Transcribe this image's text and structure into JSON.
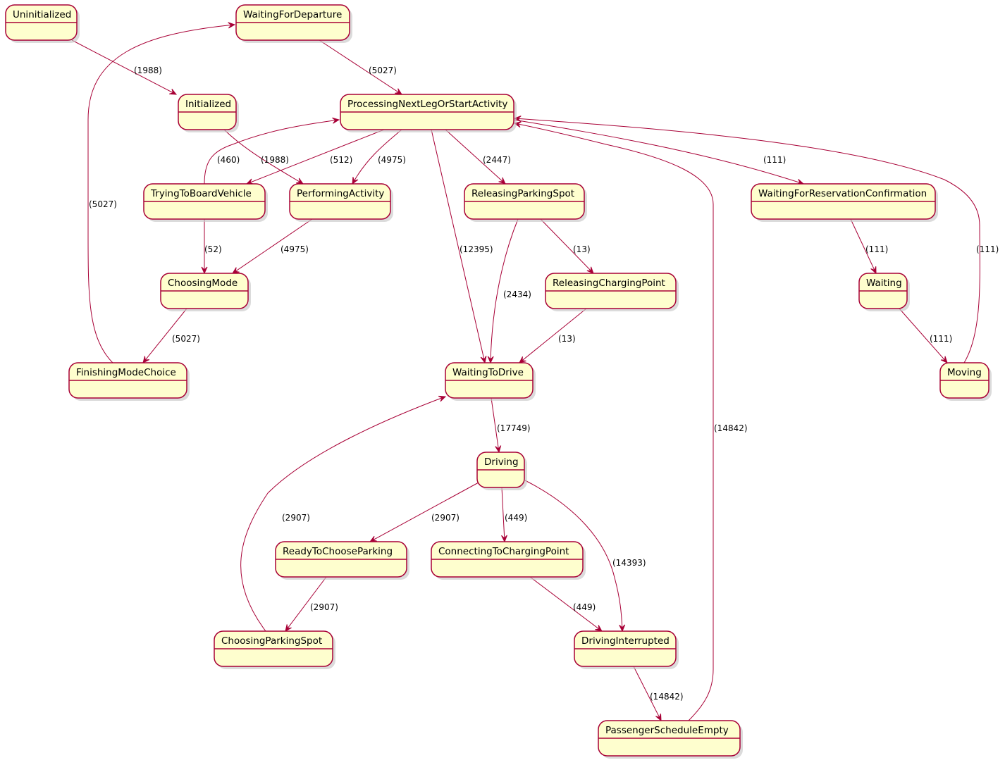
{
  "diagram": {
    "type": "state-diagram",
    "colors": {
      "state_fill": "#fefece",
      "state_border": "#a80036",
      "edge": "#a80036",
      "text": "#000000"
    },
    "states": [
      {
        "id": "uninitialized",
        "label": "Uninitialized"
      },
      {
        "id": "waiting_for_departure",
        "label": "WaitingForDeparture"
      },
      {
        "id": "initialized",
        "label": "Initialized"
      },
      {
        "id": "processing_next_leg",
        "label": "ProcessingNextLegOrStartActivity"
      },
      {
        "id": "trying_to_board",
        "label": "TryingToBoardVehicle"
      },
      {
        "id": "performing_activity",
        "label": "PerformingActivity"
      },
      {
        "id": "releasing_parking_spot",
        "label": "ReleasingParkingSpot"
      },
      {
        "id": "waiting_for_reservation",
        "label": "WaitingForReservationConfirmation"
      },
      {
        "id": "choosing_mode",
        "label": "ChoosingMode"
      },
      {
        "id": "releasing_charging_point",
        "label": "ReleasingChargingPoint"
      },
      {
        "id": "waiting",
        "label": "Waiting"
      },
      {
        "id": "finishing_mode_choice",
        "label": "FinishingModeChoice"
      },
      {
        "id": "waiting_to_drive",
        "label": "WaitingToDrive"
      },
      {
        "id": "moving",
        "label": "Moving"
      },
      {
        "id": "driving",
        "label": "Driving"
      },
      {
        "id": "ready_to_choose_parking",
        "label": "ReadyToChooseParking"
      },
      {
        "id": "connecting_to_charging_point",
        "label": "ConnectingToChargingPoint"
      },
      {
        "id": "choosing_parking_spot",
        "label": "ChoosingParkingSpot"
      },
      {
        "id": "driving_interrupted",
        "label": "DrivingInterrupted"
      },
      {
        "id": "passenger_schedule_empty",
        "label": "PassengerScheduleEmpty"
      }
    ],
    "transitions": [
      {
        "from": "uninitialized",
        "to": "initialized",
        "label": "(1988)"
      },
      {
        "from": "waiting_for_departure",
        "to": "processing_next_leg",
        "label": "(5027)"
      },
      {
        "from": "finishing_mode_choice",
        "to": "waiting_for_departure",
        "label": "(5027)"
      },
      {
        "from": "initialized",
        "to": "performing_activity",
        "label": "(1988)"
      },
      {
        "from": "trying_to_board",
        "to": "processing_next_leg",
        "label": "(460)"
      },
      {
        "from": "processing_next_leg",
        "to": "trying_to_board",
        "label": "(512)"
      },
      {
        "from": "processing_next_leg",
        "to": "performing_activity",
        "label": "(4975)"
      },
      {
        "from": "processing_next_leg",
        "to": "releasing_parking_spot",
        "label": "(2447)"
      },
      {
        "from": "processing_next_leg",
        "to": "waiting_for_reservation",
        "label": "(111)"
      },
      {
        "from": "processing_next_leg",
        "to": "waiting_to_drive",
        "label": "(12395)"
      },
      {
        "from": "moving",
        "to": "processing_next_leg",
        "label": "(111)"
      },
      {
        "from": "passenger_schedule_empty",
        "to": "processing_next_leg",
        "label": "(14842)"
      },
      {
        "from": "trying_to_board",
        "to": "choosing_mode",
        "label": "(52)"
      },
      {
        "from": "performing_activity",
        "to": "choosing_mode",
        "label": "(4975)"
      },
      {
        "from": "choosing_mode",
        "to": "finishing_mode_choice",
        "label": "(5027)"
      },
      {
        "from": "releasing_parking_spot",
        "to": "waiting_to_drive",
        "label": "(2434)"
      },
      {
        "from": "releasing_parking_spot",
        "to": "releasing_charging_point",
        "label": "(13)"
      },
      {
        "from": "releasing_charging_point",
        "to": "waiting_to_drive",
        "label": "(13)"
      },
      {
        "from": "waiting_for_reservation",
        "to": "waiting",
        "label": "(111)"
      },
      {
        "from": "waiting",
        "to": "moving",
        "label": "(111)"
      },
      {
        "from": "waiting_to_drive",
        "to": "driving",
        "label": "(17749)"
      },
      {
        "from": "driving",
        "to": "ready_to_choose_parking",
        "label": "(2907)"
      },
      {
        "from": "driving",
        "to": "connecting_to_charging_point",
        "label": "(449)"
      },
      {
        "from": "driving",
        "to": "driving_interrupted",
        "label": "(14393)"
      },
      {
        "from": "choosing_parking_spot",
        "to": "waiting_to_drive",
        "label": "(2907)"
      },
      {
        "from": "ready_to_choose_parking",
        "to": "choosing_parking_spot",
        "label": "(2907)"
      },
      {
        "from": "connecting_to_charging_point",
        "to": "driving_interrupted",
        "label": "(449)"
      },
      {
        "from": "driving_interrupted",
        "to": "passenger_schedule_empty",
        "label": "(14842)"
      }
    ]
  }
}
